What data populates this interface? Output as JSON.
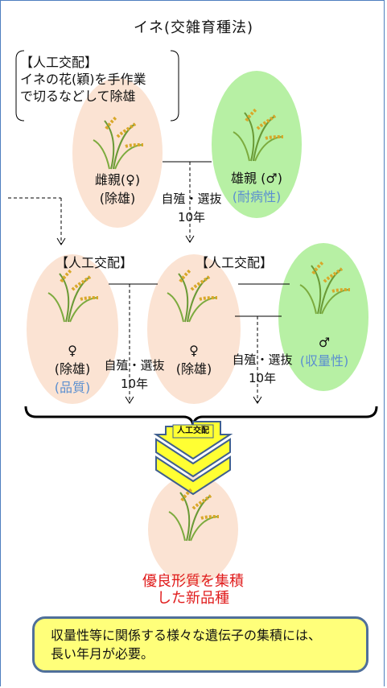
{
  "title": "イネ(交雑育種法)",
  "note": {
    "line1": "【人工交配】",
    "line2": "イネの花(穎)を手作業",
    "line3": "で切るなどして除雄"
  },
  "top_row": {
    "female": {
      "line1": "雌親(♀)",
      "line2": "(除雄)"
    },
    "male": {
      "line1": "雄親 (♂)",
      "line2": "(耐病性)"
    },
    "selection": {
      "line1": "自殖・選抜",
      "line2": "10年"
    }
  },
  "middle_row": {
    "left_label": "【人工交配】",
    "center_label": "【人工交配】",
    "left": {
      "sym": "♀",
      "line2": "(除雄)",
      "line3": "(品質)"
    },
    "center": {
      "sym": "♀",
      "line2": "(除雄)"
    },
    "right": {
      "sym": "♂",
      "line2": "(収量性)"
    },
    "selection_left": {
      "line1": "自殖・選抜",
      "line2": "10年"
    },
    "selection_right": {
      "line1": "自殖・選抜",
      "line2": "10年"
    }
  },
  "arrow_label": "人工交配",
  "result": {
    "line1": "優良形質を集積",
    "line2": "した新品種"
  },
  "summary": {
    "line1": "収量性等に関係する様々な遺伝子の集積には、",
    "line2": "長い年月が必要。"
  },
  "colors": {
    "pink": "#fbe3d3",
    "green": "#b7f0a4",
    "blue_text": "#5b8fd0",
    "red_text": "#e01b1b",
    "arrow_fill": "#ffff33",
    "arrow_stroke": "#3f5f8f",
    "box_fill": "#ffff7a"
  }
}
